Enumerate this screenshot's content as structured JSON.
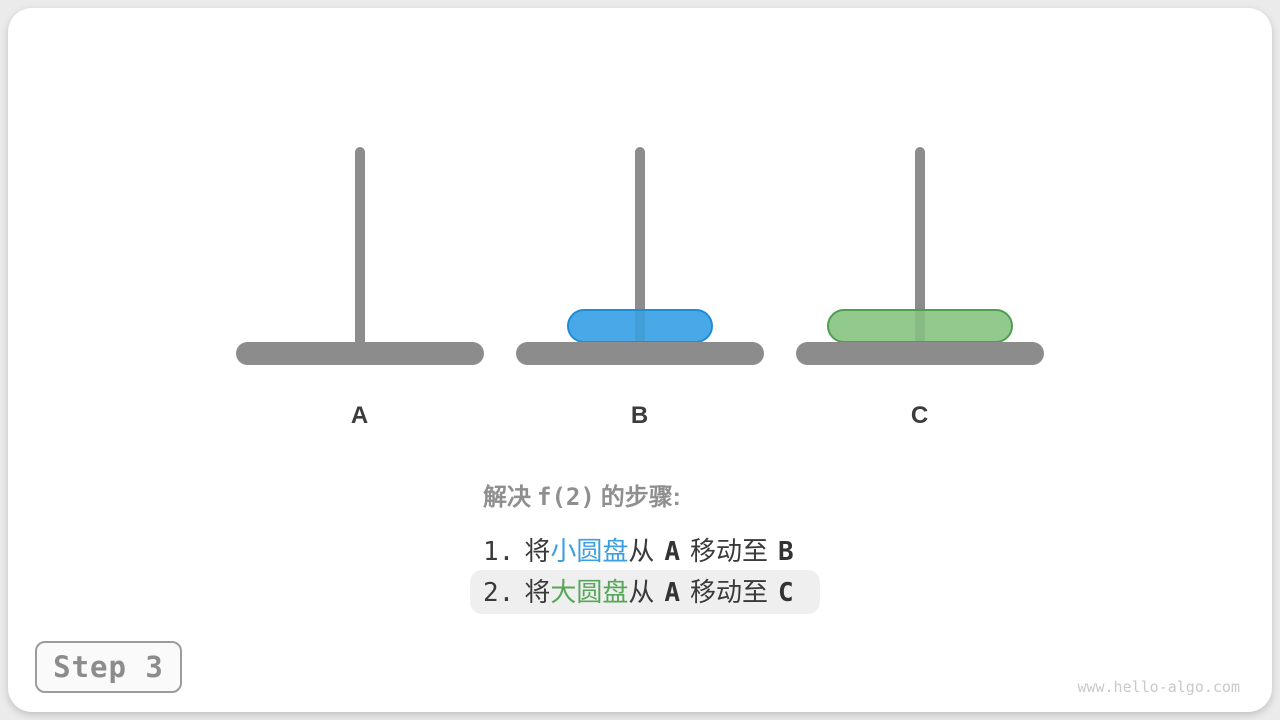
{
  "figure": {
    "title_parts": {
      "pre": "解决",
      "func": "f(2)",
      "post": "的步骤:"
    },
    "pegs": [
      {
        "label": "A",
        "disks": []
      },
      {
        "label": "B",
        "disks": [
          "small"
        ]
      },
      {
        "label": "C",
        "disks": [
          "large"
        ]
      }
    ],
    "disks": {
      "small": {
        "name": "小圆盘",
        "fill": "#49a9e8",
        "border": "#1f8cd6",
        "on_peg": "B"
      },
      "large": {
        "name": "大圆盘",
        "fill": "#92ca8e",
        "border": "#4f9e50",
        "on_peg": "C"
      }
    },
    "steps": [
      {
        "num": "1.",
        "verb": "将",
        "disk": "小圆盘",
        "from_word": "从",
        "from": "A",
        "move_word": "移动至",
        "to": "B",
        "highlighted": false
      },
      {
        "num": "2.",
        "verb": "将",
        "disk": "大圆盘",
        "from_word": "从",
        "from": "A",
        "move_word": "移动至",
        "to": "C",
        "highlighted": true
      }
    ],
    "step_badge": "Step 3",
    "watermark": "www.hello-algo.com",
    "colors": {
      "page_background": "#ebebeb",
      "card_background": "#ffffff",
      "peg_gray": "#8c8c8c",
      "heading_gray": "#8f8f8f",
      "text_dark": "#3a3a3a",
      "disk_small_text": "#3d9fe0",
      "disk_large_text": "#57a65a",
      "highlight_background": "#efefef",
      "badge_text": "#8c8c8c",
      "watermark_gray": "#c9c9c9"
    }
  }
}
